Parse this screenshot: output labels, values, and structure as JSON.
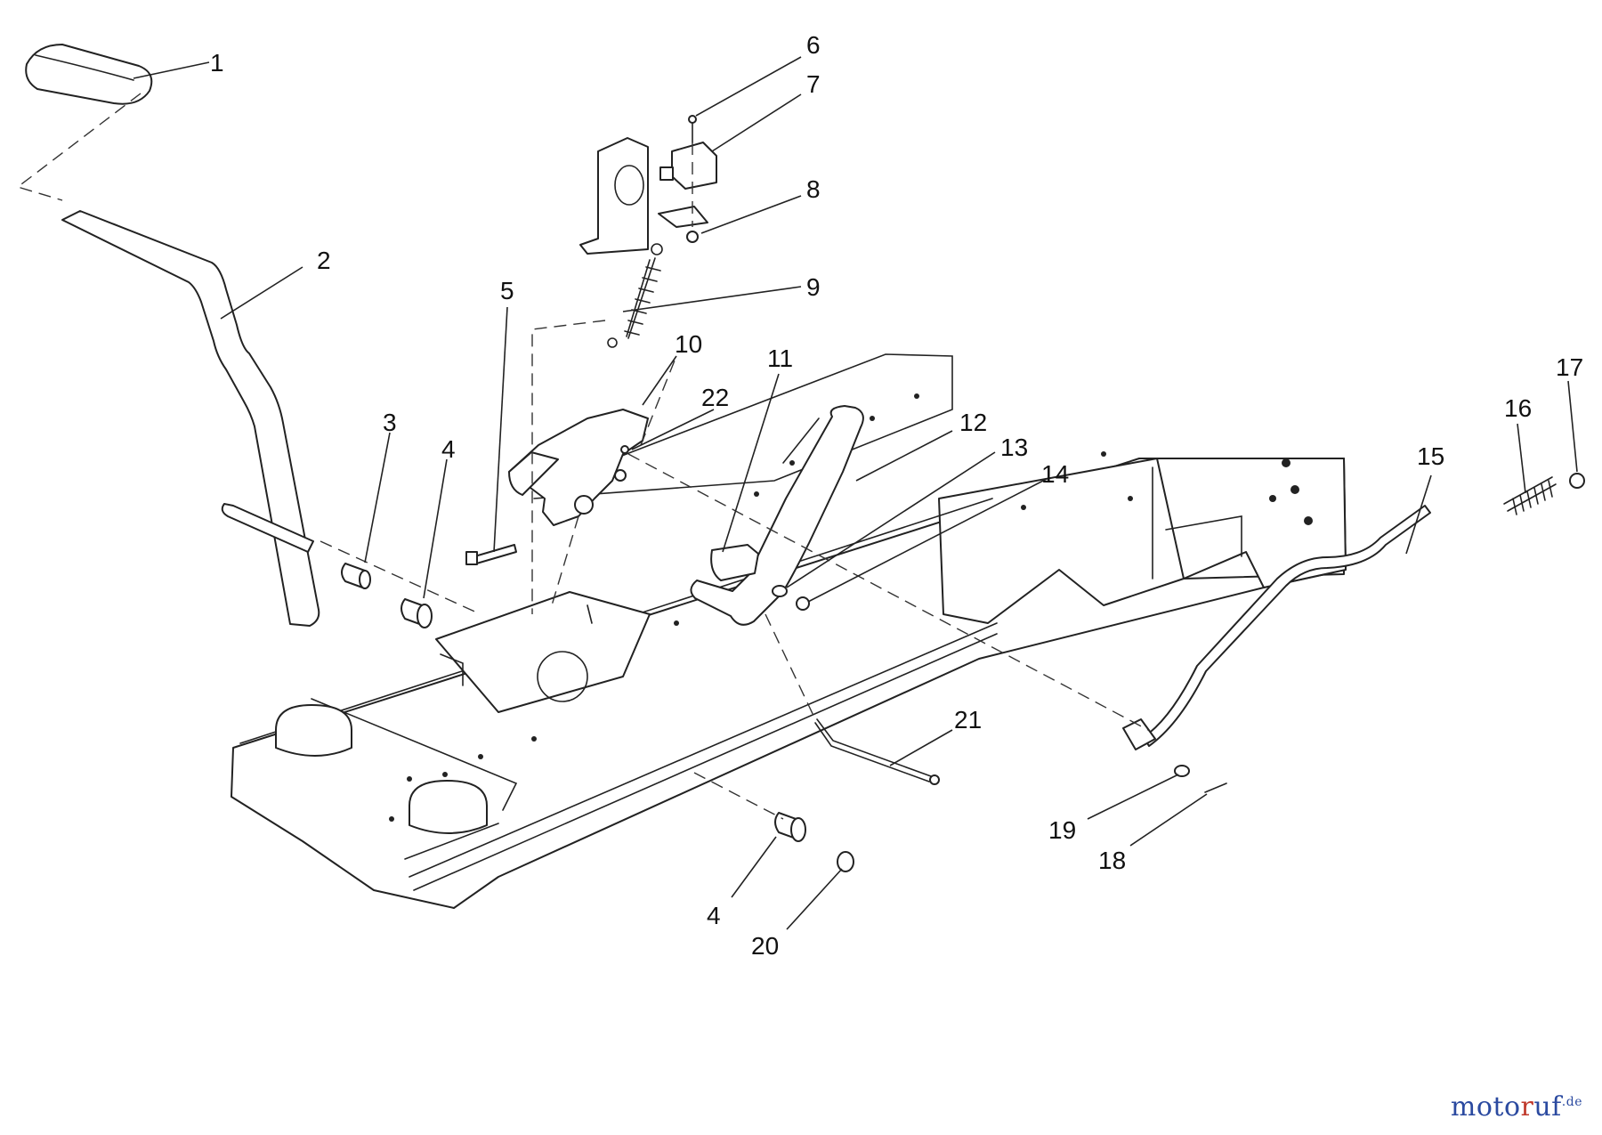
{
  "callouts": [
    "1",
    "2",
    "3",
    "4",
    "5",
    "6",
    "7",
    "8",
    "9",
    "10",
    "11",
    "22",
    "12",
    "13",
    "14",
    "15",
    "16",
    "17",
    "21",
    "19",
    "18",
    "4",
    "20"
  ],
  "watermark": {
    "part_a": "moto",
    "part_b": "r",
    "part_c": "uf",
    "tld": ".de"
  }
}
